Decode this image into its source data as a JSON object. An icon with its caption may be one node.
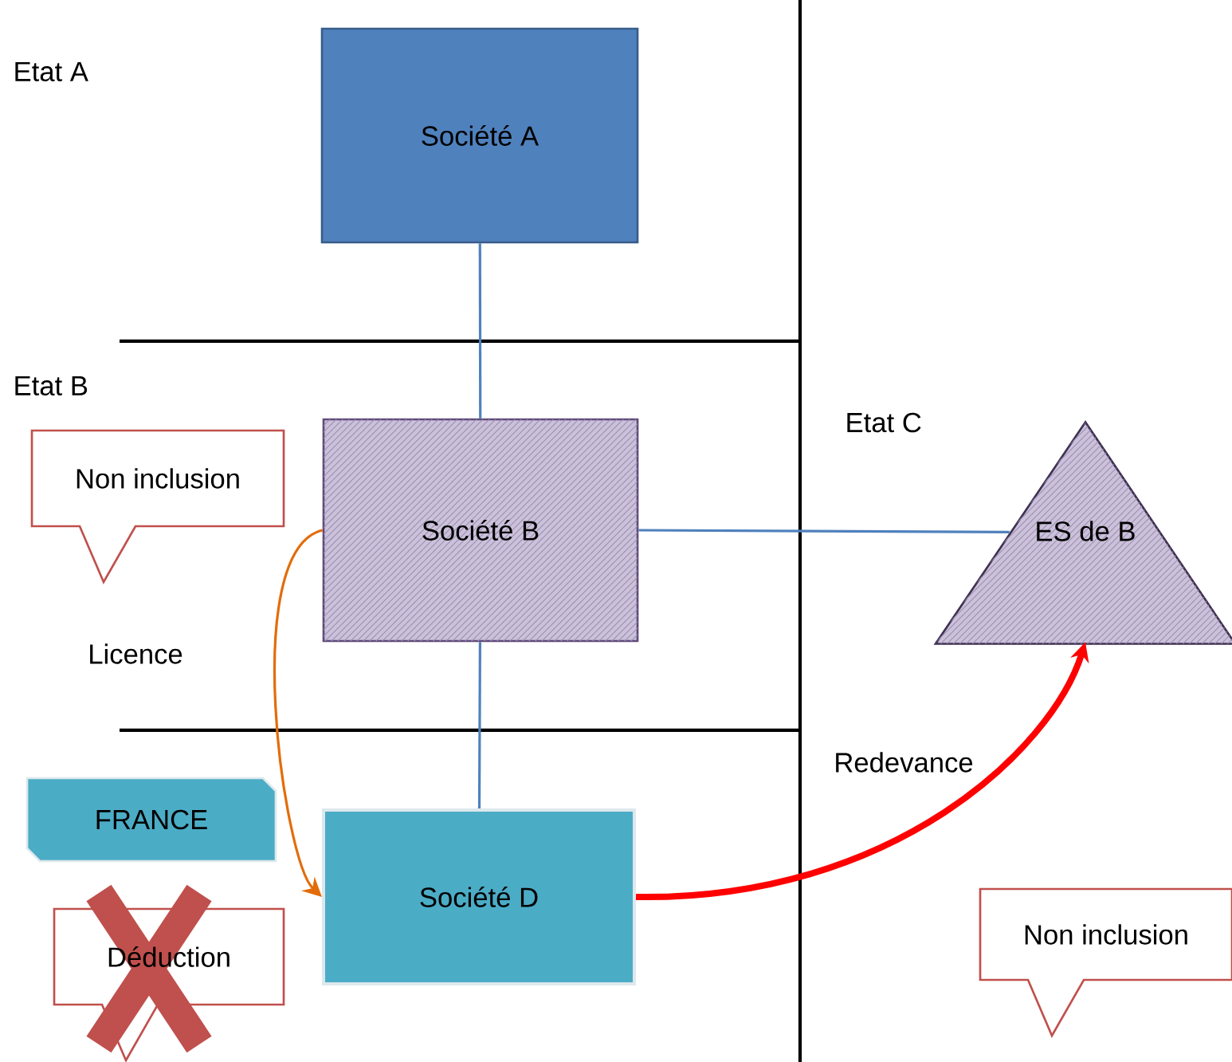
{
  "diagram": {
    "nodes": [
      {
        "text": [
          "Société A"
        ]
      },
      {
        "text": [
          "Société B"
        ]
      },
      {
        "text": [
          "ES de B"
        ]
      },
      {
        "text": [
          "Société D"
        ]
      },
      {
        "text": [
          "Non inclusion"
        ]
      },
      {
        "text": [
          "FRANCE"
        ]
      },
      {
        "text": [
          "Déduction"
        ]
      },
      {
        "text": [
          "Non inclusion"
        ]
      }
    ],
    "edges": [
      {
        "from": 0,
        "to": 1,
        "arrow": "none"
      },
      {
        "from": 1,
        "to": 2,
        "arrow": "none"
      },
      {
        "from": 1,
        "to": 3,
        "arrow": "none"
      },
      {
        "from": 1,
        "to": 3,
        "arrow": "to",
        "label": "Licence",
        "color": "#e36c0a"
      },
      {
        "from": 3,
        "to": 2,
        "arrow": "to",
        "label": "Redevance",
        "style": "thick",
        "color": "#ff0000"
      }
    ],
    "labels": [
      "Etat A",
      "Etat B",
      "Etat C"
    ]
  }
}
